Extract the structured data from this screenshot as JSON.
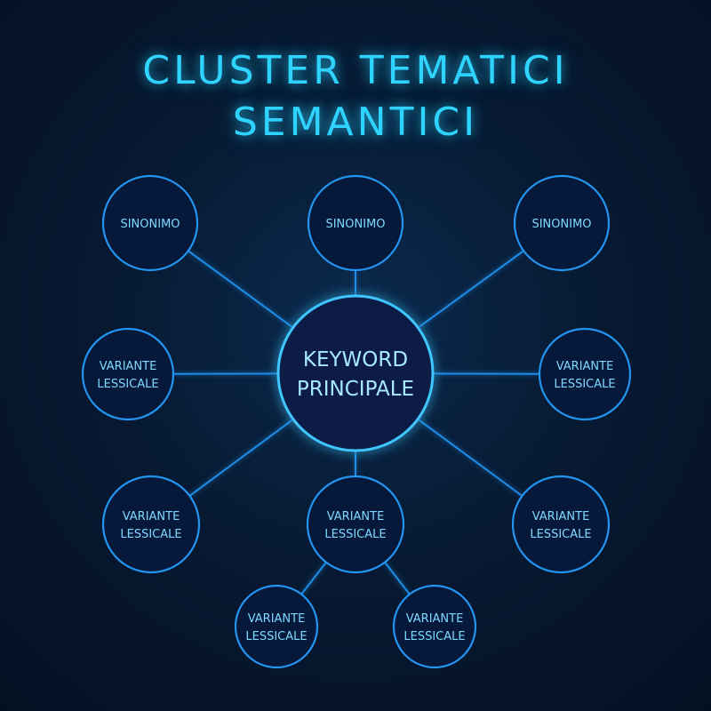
{
  "title": {
    "line1": "CLUSTER TEMATICI",
    "line2": "SEMANTICI"
  },
  "center": {
    "line1": "KEYWORD",
    "line2": "PRINCIPALE"
  },
  "nodes": [
    {
      "id": "sinonimo-left",
      "lines": [
        "SINONIMO"
      ],
      "parent": "center"
    },
    {
      "id": "sinonimo-top",
      "lines": [
        "SINONIMO"
      ],
      "parent": "center"
    },
    {
      "id": "sinonimo-right",
      "lines": [
        "SINONIMO"
      ],
      "parent": "center"
    },
    {
      "id": "variante-left",
      "lines": [
        "VARIANTE",
        "LESSICALE"
      ],
      "parent": "center"
    },
    {
      "id": "variante-right",
      "lines": [
        "VARIANTE",
        "LESSICALE"
      ],
      "parent": "center"
    },
    {
      "id": "variante-lower-left",
      "lines": [
        "VARIANTE",
        "LESSICALE"
      ],
      "parent": "center"
    },
    {
      "id": "variante-bottom",
      "lines": [
        "VARIANTE",
        "LESSICALE"
      ],
      "parent": "center"
    },
    {
      "id": "variante-lower-right",
      "lines": [
        "VARIANTE",
        "LESSICALE"
      ],
      "parent": "center"
    },
    {
      "id": "variante-sub-left",
      "lines": [
        "VARIANTE",
        "LESSICALE"
      ],
      "parent": "variante-bottom"
    },
    {
      "id": "variante-sub-right",
      "lines": [
        "VARIANTE",
        "LESSICALE"
      ],
      "parent": "variante-bottom"
    }
  ],
  "colors": {
    "accent": "#2fd3ff",
    "line": "#1e8ee8",
    "background": "#071a33"
  }
}
